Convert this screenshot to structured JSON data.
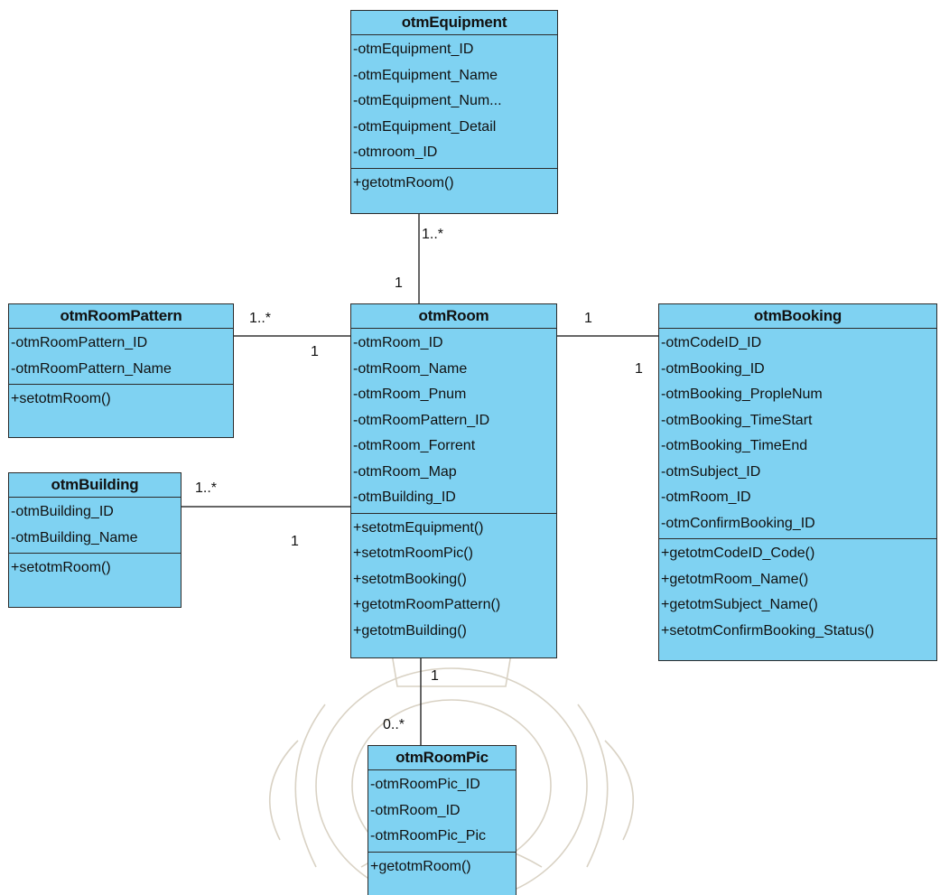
{
  "colors": {
    "class_fill": "#7fd2f2",
    "class_border": "#2b2b2b",
    "line": "#333333",
    "watermark": "#d9d2c4"
  },
  "classes": [
    {
      "id": "equipment",
      "name": "otmEquipment",
      "attributes": [
        "-otmEquipment_ID",
        "-otmEquipment_Name",
        "-otmEquipment_Num...",
        "-otmEquipment_Detail",
        "-otmroom_ID"
      ],
      "operations": [
        "+getotmRoom()"
      ]
    },
    {
      "id": "room-pattern",
      "name": "otmRoomPattern",
      "attributes": [
        "-otmRoomPattern_ID",
        "-otmRoomPattern_Name"
      ],
      "operations": [
        "+setotmRoom()"
      ]
    },
    {
      "id": "room",
      "name": "otmRoom",
      "attributes": [
        "-otmRoom_ID",
        "-otmRoom_Name",
        "-otmRoom_Pnum",
        "-otmRoomPattern_ID",
        "-otmRoom_Forrent",
        "-otmRoom_Map",
        "-otmBuilding_ID"
      ],
      "operations": [
        "+setotmEquipment()",
        "+setotmRoomPic()",
        "+setotmBooking()",
        "+getotmRoomPattern()",
        "+getotmBuilding()"
      ]
    },
    {
      "id": "booking",
      "name": "otmBooking",
      "attributes": [
        "-otmCodeID_ID",
        "-otmBooking_ID",
        "-otmBooking_PropleNum",
        "-otmBooking_TimeStart",
        "-otmBooking_TimeEnd",
        "-otmSubject_ID",
        "-otmRoom_ID",
        "-otmConfirmBooking_ID"
      ],
      "operations": [
        "+getotmCodeID_Code()",
        "+getotmRoom_Name()",
        "+getotmSubject_Name()",
        "+setotmConfirmBooking_Status()"
      ]
    },
    {
      "id": "building",
      "name": "otmBuilding",
      "attributes": [
        "-otmBuilding_ID",
        "-otmBuilding_Name"
      ],
      "operations": [
        "+setotmRoom()"
      ]
    },
    {
      "id": "room-pic",
      "name": "otmRoomPic",
      "attributes": [
        "-otmRoomPic_ID",
        "-otmRoom_ID",
        "-otmRoomPic_Pic"
      ],
      "operations": [
        "+getotmRoom()"
      ]
    }
  ],
  "multiplicities": {
    "equipment_end": "1..*",
    "room_to_equipment": "1",
    "pattern_end": "1..*",
    "room_to_pattern": "1",
    "room_to_booking": "1",
    "booking_end": "1",
    "building_end": "1..*",
    "room_to_building": "1",
    "room_to_pic": "1",
    "pic_end": "0..*"
  }
}
